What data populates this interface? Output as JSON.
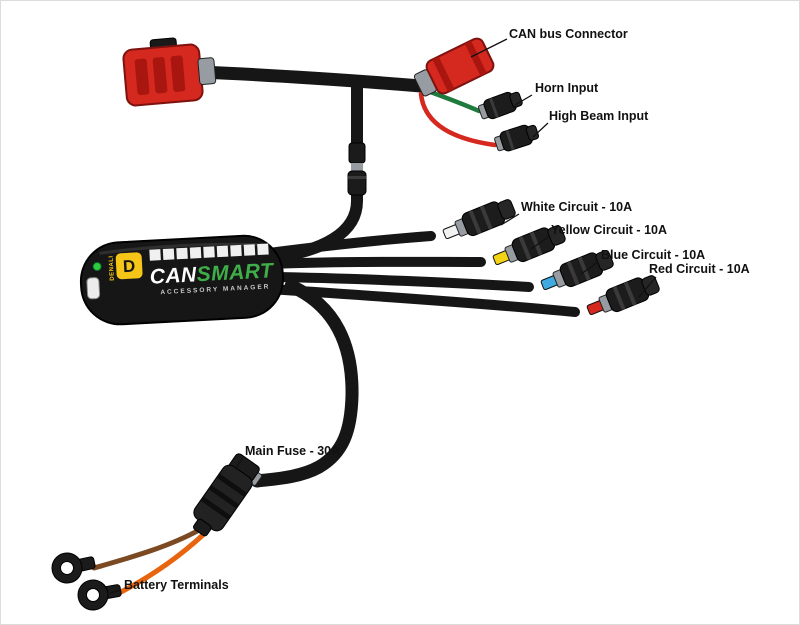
{
  "diagram": {
    "labels": {
      "can_bus": "CAN bus Connector",
      "horn": "Horn Input",
      "high_beam": "High Beam Input",
      "white_circuit": "White Circuit - 10A",
      "yellow_circuit": "Yellow Circuit - 10A",
      "blue_circuit": "Blue Circuit - 10A",
      "red_circuit": "Red Circuit - 10A",
      "main_fuse": "Main Fuse - 30A",
      "battery": "Battery Terminals"
    },
    "device": {
      "logo_letter": "D",
      "brand": "DENALI",
      "name_part1": "CAN",
      "name_part2": "SMART",
      "subtitle": "ACCESSORY MANAGER"
    },
    "colors": {
      "cable_black": "#161616",
      "connector_red": "#d5281e",
      "wire_green": "#1f7a3d",
      "wire_red": "#d5281e",
      "wire_orange": "#e8650f",
      "wire_brown": "#7b4a23",
      "stub_white": "#f2f2f2",
      "stub_yellow": "#f4d313",
      "stub_blue": "#3fa9e0",
      "stub_red": "#d5281e",
      "brand_yellow": "#f5c518",
      "brand_green": "#3fae49",
      "led_green": "#2ecc40"
    }
  }
}
